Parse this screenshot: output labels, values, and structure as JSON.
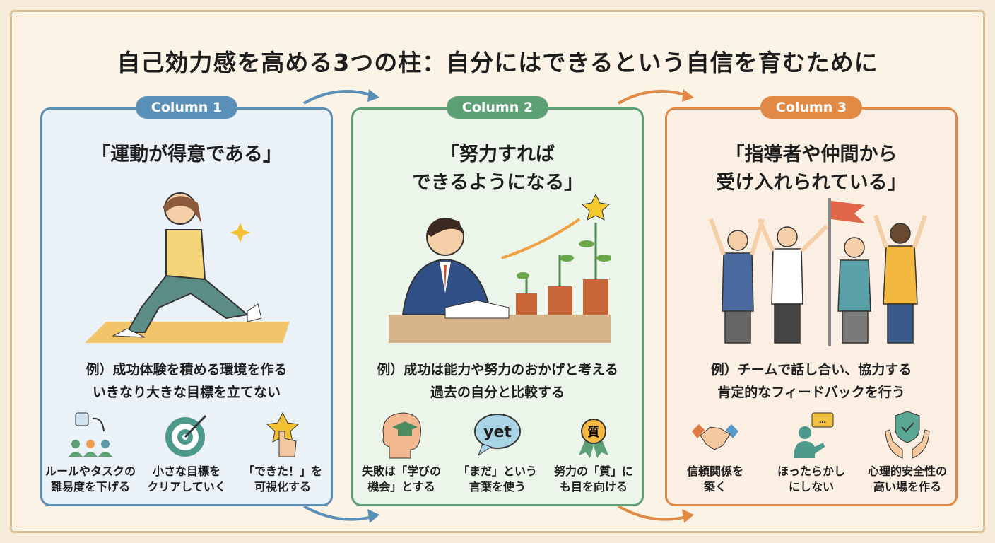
{
  "title": "自己効力感を高める3つの柱：自分にはできるという自信を育むために",
  "colors": {
    "c1": "#5a8fb8",
    "c2": "#5ea075",
    "c3": "#e08a45"
  },
  "columns": [
    {
      "badge": "Column 1",
      "heading": "「運動が得意である」",
      "examples": [
        "例）成功体験を積める環境を作る",
        "いきなり大きな目標を立てない"
      ],
      "items": [
        {
          "icon": "group-feedback-icon",
          "label": "ルールやタスクの\n難易度を下げる"
        },
        {
          "icon": "target-icon",
          "label": "小さな目標を\nクリアしていく"
        },
        {
          "icon": "star-hand-icon",
          "label": "「できた！」を\n可視化する"
        }
      ]
    },
    {
      "badge": "Column 2",
      "heading": "「努力すれば\nできるようになる」",
      "examples": [
        "例）成功は能力や努力のおかげと考える",
        "過去の自分と比較する"
      ],
      "items": [
        {
          "icon": "graduation-head-icon",
          "label": "失敗は「学びの\n機会」とする"
        },
        {
          "icon": "yet-bubble-icon",
          "text": "yet",
          "label": "「まだ」という\n言葉を使う"
        },
        {
          "icon": "medal-icon",
          "text": "質",
          "label": "努力の「質」に\nも目を向ける"
        }
      ]
    },
    {
      "badge": "Column 3",
      "heading": "「指導者や仲間から\n受け入れられている」",
      "examples": [
        "例）チームで話し合い、協力する",
        "肯定的なフィードバックを行う"
      ],
      "items": [
        {
          "icon": "handshake-icon",
          "label": "信頼関係を\n築く"
        },
        {
          "icon": "person-speech-icon",
          "label": "ほったらかし\nにしない"
        },
        {
          "icon": "shield-hands-icon",
          "label": "心理的安全性の\n高い場を作る"
        }
      ]
    }
  ]
}
